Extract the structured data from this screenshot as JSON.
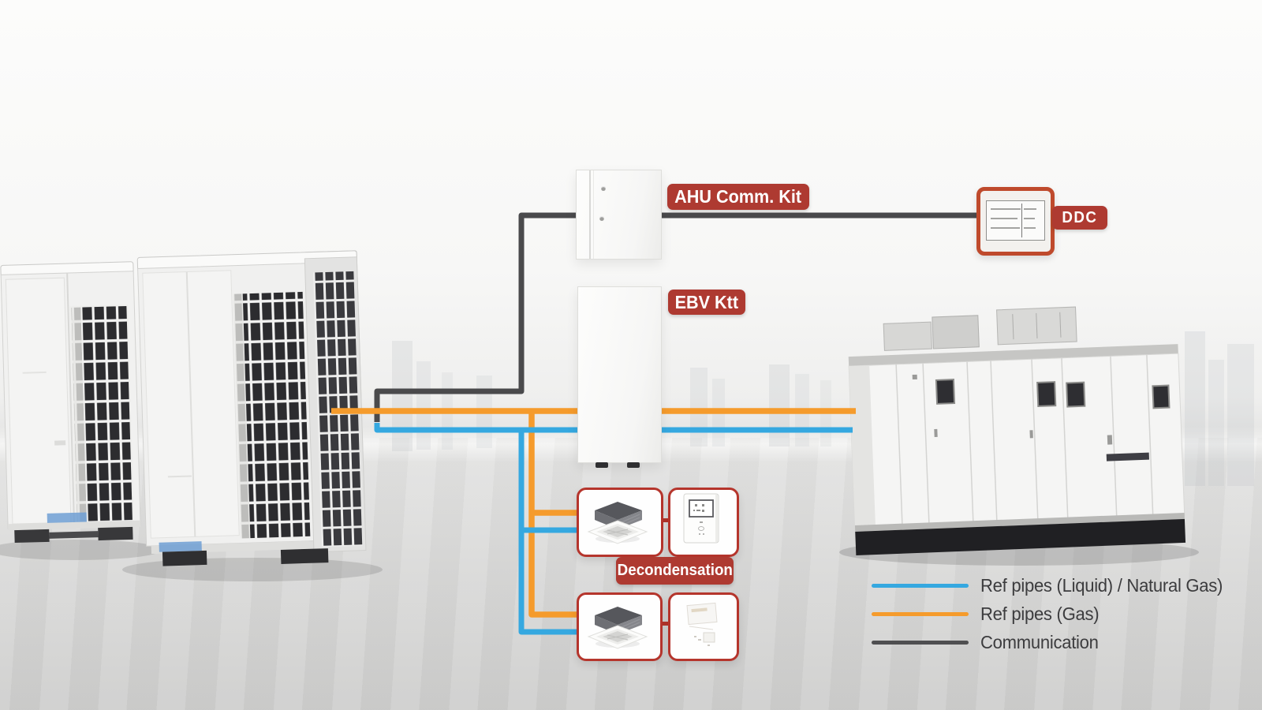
{
  "badges": {
    "ahu_comm_kit": "AHU Comm. Kit",
    "ebv_kit": "EBV Ktt",
    "ddc": "DDC",
    "decondensation": "Decondensation"
  },
  "legend": {
    "items": [
      {
        "label": "Ref pipes (Liquid) / Natural Gas)",
        "color": "#35a8e0"
      },
      {
        "label": "Ref pipes (Gas)",
        "color": "#f59b2c"
      },
      {
        "label": "Communication",
        "color": "#4f4f51"
      }
    ]
  },
  "colors": {
    "badge_red": "#ae3a31",
    "box_border_red": "#b5352c",
    "pipe_liquid": "#35a8e0",
    "pipe_gas": "#f59b2c",
    "pipe_comm": "#4a4a4c",
    "ddc_border": "#bf4a2c",
    "legend_text": "#3c3c3e"
  }
}
